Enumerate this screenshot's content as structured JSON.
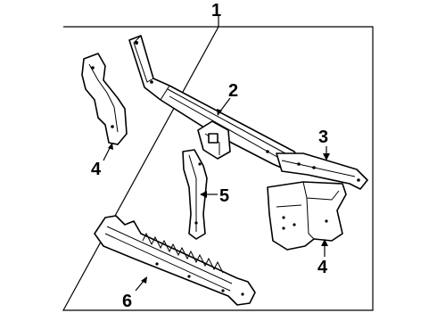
{
  "callouts": {
    "assembly": "1",
    "center_support": "2",
    "right_bracket": "3",
    "left_panel": "4",
    "right_panel": "4",
    "vertical_brace": "5",
    "lower_tie_bar": "6"
  }
}
